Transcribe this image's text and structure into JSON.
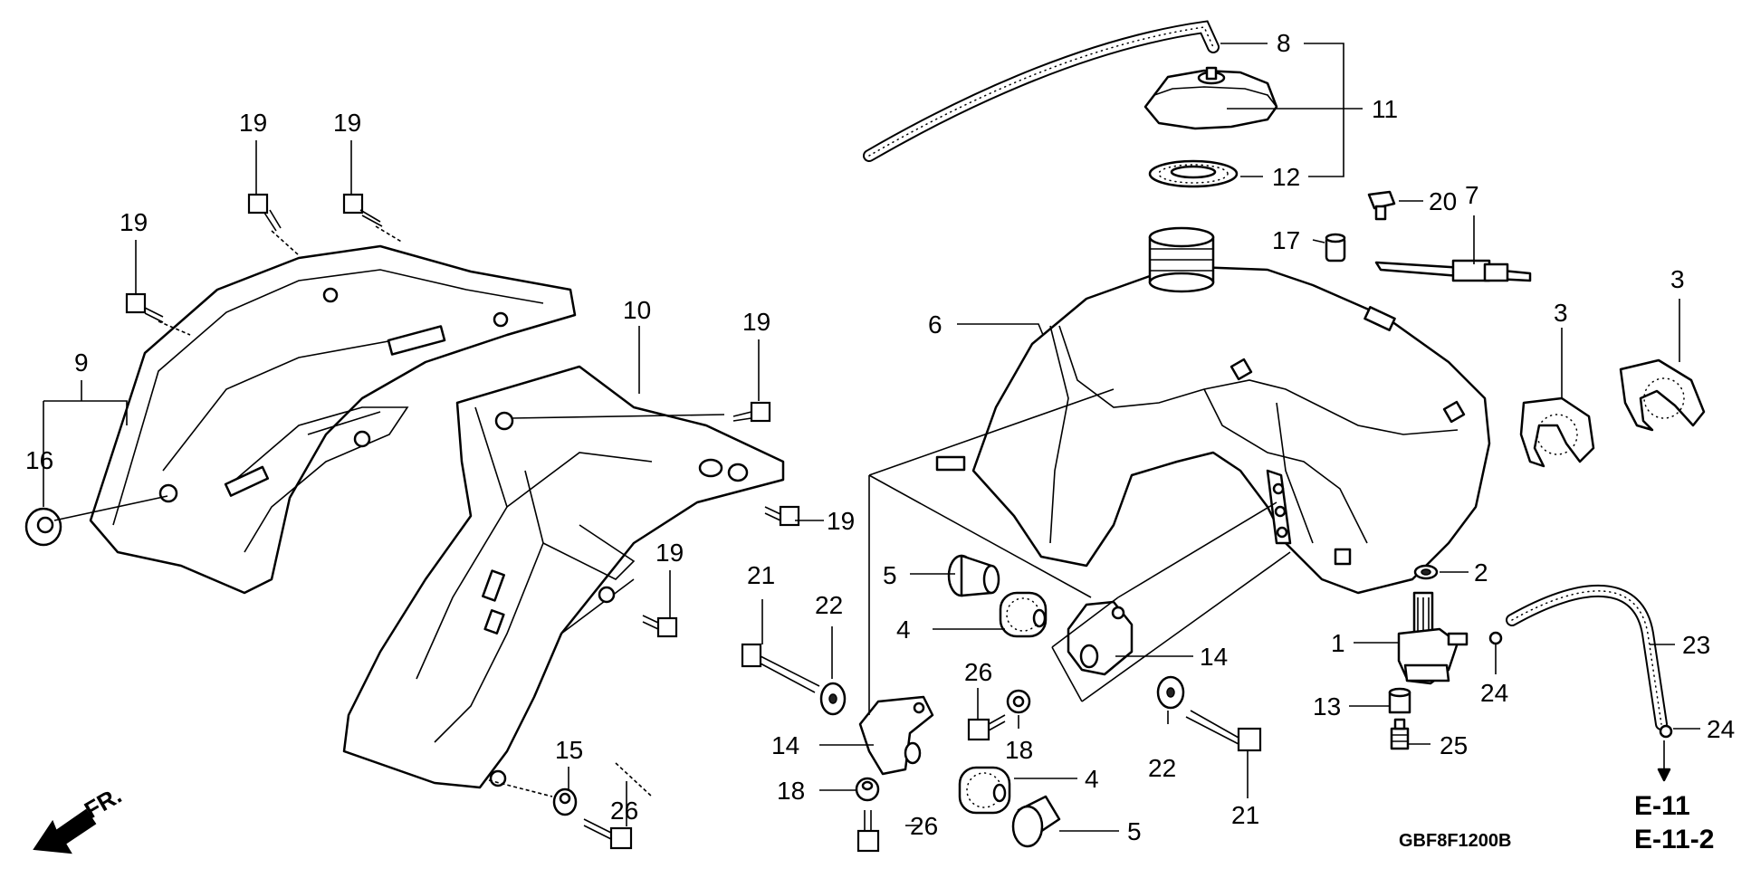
{
  "callouts": {
    "c1": "1",
    "c2": "2",
    "c3a": "3",
    "c3b": "3",
    "c4a": "4",
    "c4b": "4",
    "c5a": "5",
    "c5b": "5",
    "c6": "6",
    "c7": "7",
    "c8": "8",
    "c9": "9",
    "c10": "10",
    "c11": "11",
    "c12": "12",
    "c13": "13",
    "c14a": "14",
    "c14b": "14",
    "c15": "15",
    "c16": "16",
    "c17": "17",
    "c18a": "18",
    "c18b": "18",
    "c19a": "19",
    "c19b": "19",
    "c19c": "19",
    "c19d": "19",
    "c19e": "19",
    "c19f": "19",
    "c20": "20",
    "c21a": "21",
    "c21b": "21",
    "c22a": "22",
    "c22b": "22",
    "c23": "23",
    "c24a": "24",
    "c24b": "24",
    "c25": "25",
    "c26a": "26",
    "c26b": "26",
    "c26c": "26"
  },
  "references": {
    "ref1": "E-11",
    "ref2": "E-11-2"
  },
  "diagram_code": "GBF8F1200B",
  "front_marker": "FR."
}
